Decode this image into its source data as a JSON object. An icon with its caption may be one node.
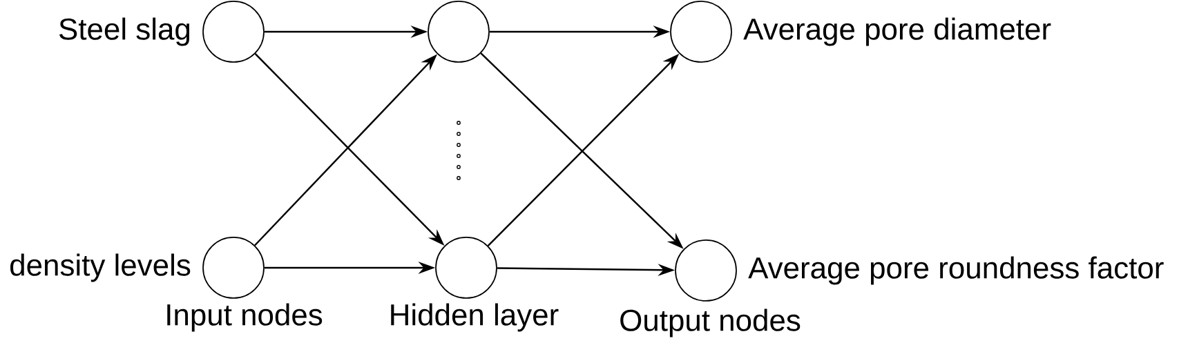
{
  "diagram": {
    "nodes": [
      {
        "text": [],
        "shape": "circle",
        "beside": [
          "Steel slag"
        ]
      },
      {
        "text": [],
        "shape": "circle"
      },
      {
        "text": [],
        "shape": "circle",
        "beside": [
          "Average pore diameter"
        ]
      },
      {
        "text": [],
        "shape": "circle",
        "beside": [
          "density levels"
        ]
      },
      {
        "text": [],
        "shape": "circle"
      },
      {
        "text": [],
        "shape": "circle",
        "beside": [
          "Average pore roundness factor"
        ]
      }
    ],
    "edges": [
      {
        "from": 0,
        "to": 1,
        "arrow": "to"
      },
      {
        "from": 0,
        "to": 4,
        "arrow": "to"
      },
      {
        "from": 3,
        "to": 1,
        "arrow": "to"
      },
      {
        "from": 3,
        "to": 4,
        "arrow": "to"
      },
      {
        "from": 1,
        "to": 2,
        "arrow": "to"
      },
      {
        "from": 1,
        "to": 5,
        "arrow": "to"
      },
      {
        "from": 4,
        "to": 2,
        "arrow": "to"
      },
      {
        "from": 4,
        "to": 5,
        "arrow": "to"
      }
    ],
    "labels": [
      "Input nodes",
      "Hidden layer",
      "Output nodes"
    ]
  }
}
